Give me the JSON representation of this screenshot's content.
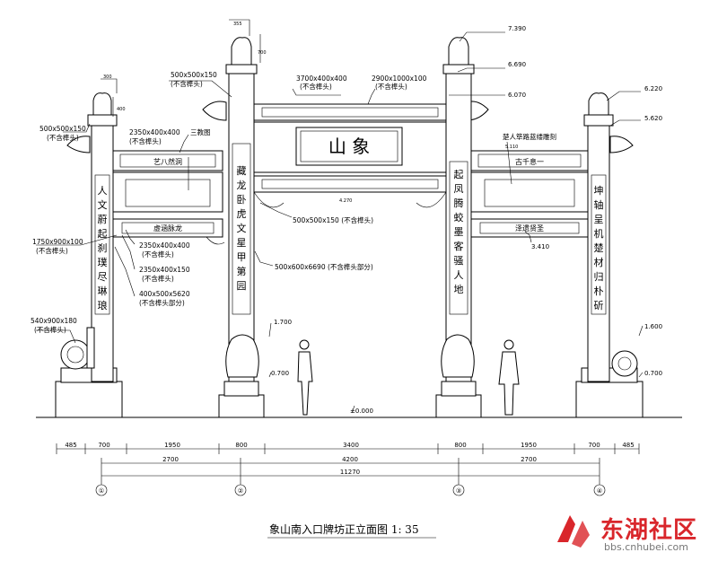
{
  "elevations": {
    "e7390": "7.390",
    "e6690": "6.690",
    "e6070": "6.070",
    "e6220": "6.220",
    "e5620": "5.620",
    "e5110": "5.110",
    "e4270": "4.270",
    "e3410": "3.410",
    "e1700": "1.700",
    "e1600": "1.600",
    "e0700_left": "0.700",
    "e0700_right": "0.700",
    "e0000": "±0.000"
  },
  "labels": {
    "top_355": "355",
    "top_700": "700",
    "left_300": "300",
    "left_400": "400",
    "plinth_500_150": "500x500x150",
    "not_incl_1": "(不含榫头)",
    "beam_3700": "3700x400x400",
    "not_incl_2": "(不含榫头)",
    "board_2900": "2900x1000x100",
    "not_incl_3": "(不含榫头)",
    "side_plinth": "500x500x150",
    "not_incl_4": "(不含榫头)",
    "beam_2350_400_400": "2350x400x400",
    "not_incl_5": "(不含榫头)",
    "san_jiao_tu": "三教图",
    "bracket_1750": "1750x900x100",
    "not_incl_6": "(不含榫头)",
    "beam_2350_400_400_b": "2350x400x400",
    "not_incl_7": "(不含榫头)",
    "beam_2350_400_150": "2350x400x150",
    "not_incl_8": "(不含榫头)",
    "pillar_400": "400x500x5620",
    "pillar_400_note": "(不含榫头部分)",
    "center_plinth": "500x500x150 (不含榫头)",
    "center_pillar": "500x600x6690 (不含榫头部分)",
    "drum_540": "540x900x180",
    "not_incl_9": "(不含榫头)",
    "carved_note": "楚人筚路蓝缕雕刻"
  },
  "inscriptions": {
    "plaque": "山 象",
    "left_top": "艺八然洞",
    "left_mid": "虚涵脉龙",
    "right_top": "古千息一",
    "right_mid": "泽遗贤圣",
    "left_pillar_chars": [
      "人",
      "文",
      "蔚",
      "起",
      "刹",
      "璞",
      "尽",
      "琳",
      "琅"
    ],
    "center_left_chars": [
      "藏",
      "龙",
      "卧",
      "虎",
      "文",
      "星",
      "甲",
      "第",
      "园"
    ],
    "center_right_chars": [
      "起",
      "凤",
      "腾",
      "蛟",
      "墨",
      "客",
      "骚",
      "人",
      "地"
    ],
    "right_pillar_chars": [
      "坤",
      "轴",
      "呈",
      "机",
      "楚",
      "材",
      "归",
      "朴",
      "斫"
    ]
  },
  "dimensions": {
    "row1": [
      "485",
      "700",
      "1950",
      "800",
      "3400",
      "800",
      "1950",
      "700",
      "485"
    ],
    "row2": [
      "2700",
      "4200",
      "2700"
    ],
    "total": "11270",
    "axes": [
      "①",
      "②",
      "③",
      "④"
    ]
  },
  "title": "象山南入口牌坊正立面图 1: 35",
  "watermark": {
    "name": "东湖社区",
    "url": "bbs.cnhubei.com",
    "color": "#d9262b"
  }
}
